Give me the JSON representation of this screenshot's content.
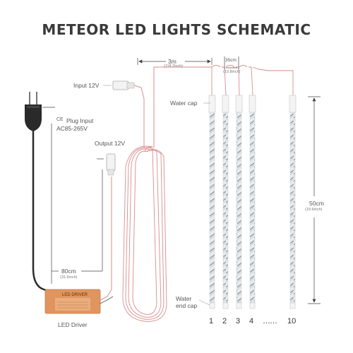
{
  "title": "METEOR LED LIGHTS SCHEMATIC",
  "labels": {
    "input": "Input 12V",
    "plug_ce": "CE",
    "plug_input": "Plug Input",
    "plug_voltage": "AC85-265V",
    "output": "Output 12V",
    "water_cap": "Water cap",
    "water_end_cap_1": "Water",
    "water_end_cap_2": "end cap",
    "led_driver": "LED Driver",
    "driver_box_title": "LED DRIVER"
  },
  "dimensions": {
    "lead_length": "3m",
    "lead_length_inch": "(118.2inch)",
    "spacing": "35cm",
    "spacing_inch": "(13.8inch)",
    "tube_length": "50cm",
    "tube_length_inch": "(19.6inch)",
    "cable_length": "80cm",
    "cable_length_inch": "(31.5inch)"
  },
  "tube_numbers": [
    "1",
    "2",
    "3",
    "4",
    "……",
    "10"
  ],
  "colors": {
    "wire": "#d98c8c",
    "tube": "#dfe3e6",
    "driver": "#e0955e",
    "cable": "#2b2b2b"
  }
}
